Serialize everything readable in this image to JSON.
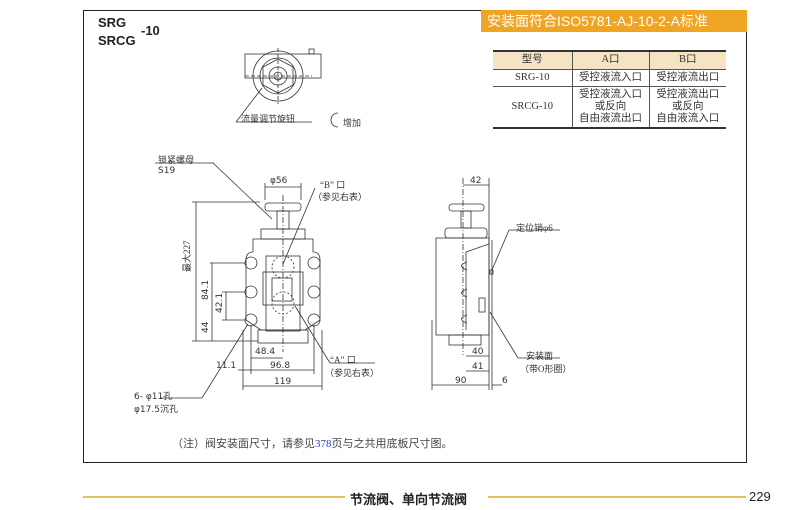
{
  "header": {
    "model_line1": "SRG",
    "model_line2": "SRCG",
    "model_suffix": "-10",
    "banner": "安装面符合ISO5781-AJ-10-2-A标准"
  },
  "table": {
    "headers": [
      "型号",
      "A口",
      "B口"
    ],
    "rows": [
      {
        "model": "SRG-10",
        "a": "受控液流入口",
        "b": "受控液流出口"
      },
      {
        "model": "SRCG-10",
        "a_lines": [
          "受控液流入口",
          "或反向",
          "自由液流出口"
        ],
        "b_lines": [
          "受控液流出口",
          "或反向",
          "自由液流入口"
        ]
      }
    ]
  },
  "top_view": {
    "knob_label": "流量调节旋钮",
    "increase_label": "增加"
  },
  "front_view": {
    "lock_nut": "锁紧螺母",
    "lock_nut_size": "S19",
    "dia56": "φ56",
    "port_b": "“B” 口",
    "port_b_ref": "（参见右表）",
    "port_a": "“A” 口",
    "port_a_ref": "（参见右表）",
    "max227": "最大227",
    "d84": "84.1",
    "d42": "42.1",
    "d44": "44",
    "d48": "48.4",
    "d11": "11.1",
    "d96": "96.8",
    "d119": "119",
    "holes": "6- φ11孔",
    "counterbore": "φ17.5沉孔"
  },
  "side_view": {
    "d42": "42",
    "pin": "定位销φ6",
    "face": "安装面",
    "oring": "（带O形圈）",
    "d40": "40",
    "d41": "41",
    "d90": "90",
    "d6": "6"
  },
  "note": {
    "before": "（注）阀安装面尺寸，请参见",
    "page_ref": "378",
    "after": "页与之共用底板尺寸图。"
  },
  "footer": {
    "title": "节流阀、单向节流阀",
    "page": "229"
  },
  "colors": {
    "banner": "#efa424",
    "table_header": "#f4e4c4",
    "footer_line": "#e2c25a",
    "link": "#2a3fbf"
  }
}
